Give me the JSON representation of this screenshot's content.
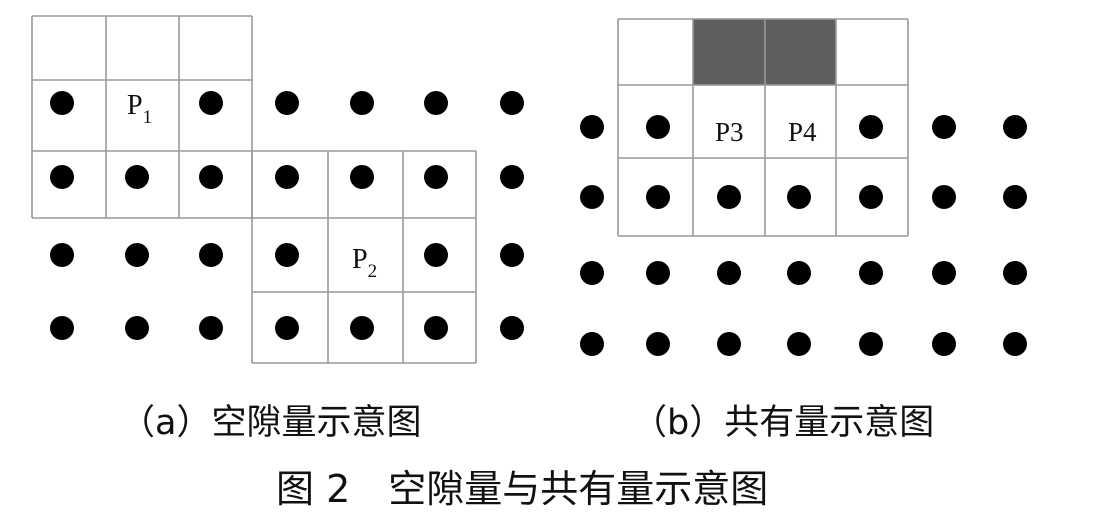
{
  "panel_a": {
    "caption": "（a）空隙量示意图",
    "label_p1": "P",
    "sub_p1": "1",
    "label_p2": "P",
    "sub_p2": "2",
    "dot_rows": 4,
    "dot_cols": 7
  },
  "panel_b": {
    "caption": "（b）共有量示意图",
    "label_p3": "P3",
    "label_p4": "P4",
    "dot_rows": 4,
    "dot_cols": 7,
    "shaded_color": "#5f5f5f"
  },
  "figure_caption": "图 2　空隙量与共有量示意图",
  "colors": {
    "dot": "#000000",
    "grid": "#999999",
    "shade": "#5f5f5f"
  }
}
